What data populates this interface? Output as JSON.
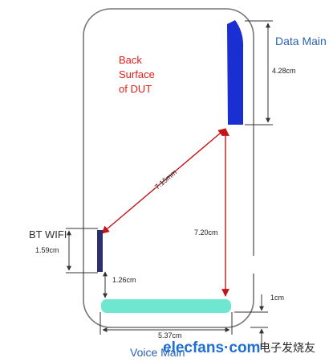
{
  "diagram": {
    "phone_label_lines": [
      "Back",
      "Surface",
      "of DUT"
    ],
    "antennas": {
      "data_main": {
        "label": "Data Main",
        "color": "#1a2fd1"
      },
      "bt_wifi": {
        "label": "BT WIFI",
        "color": "#2d2f6e"
      },
      "voice_main": {
        "label": "Voice Main",
        "color": "#6fe6cf"
      }
    },
    "dimensions": {
      "data_main_length": "4.28cm",
      "diagonal_distance": "7.15mm",
      "vertical_distance": "7.20cm",
      "bt_wifi_length": "1.59cm",
      "bt_to_voice": "1.26cm",
      "voice_width": "5.37cm",
      "voice_bottom_gap": "1cm"
    },
    "colors": {
      "outline": "#777777",
      "arrow": "#c4151b",
      "dimension_line": "#333333",
      "phone_text": "#e0201a",
      "antenna_title": "#2a63b8"
    }
  },
  "watermark": {
    "brand": "elecfans·com",
    "cn": "电子发烧友"
  }
}
